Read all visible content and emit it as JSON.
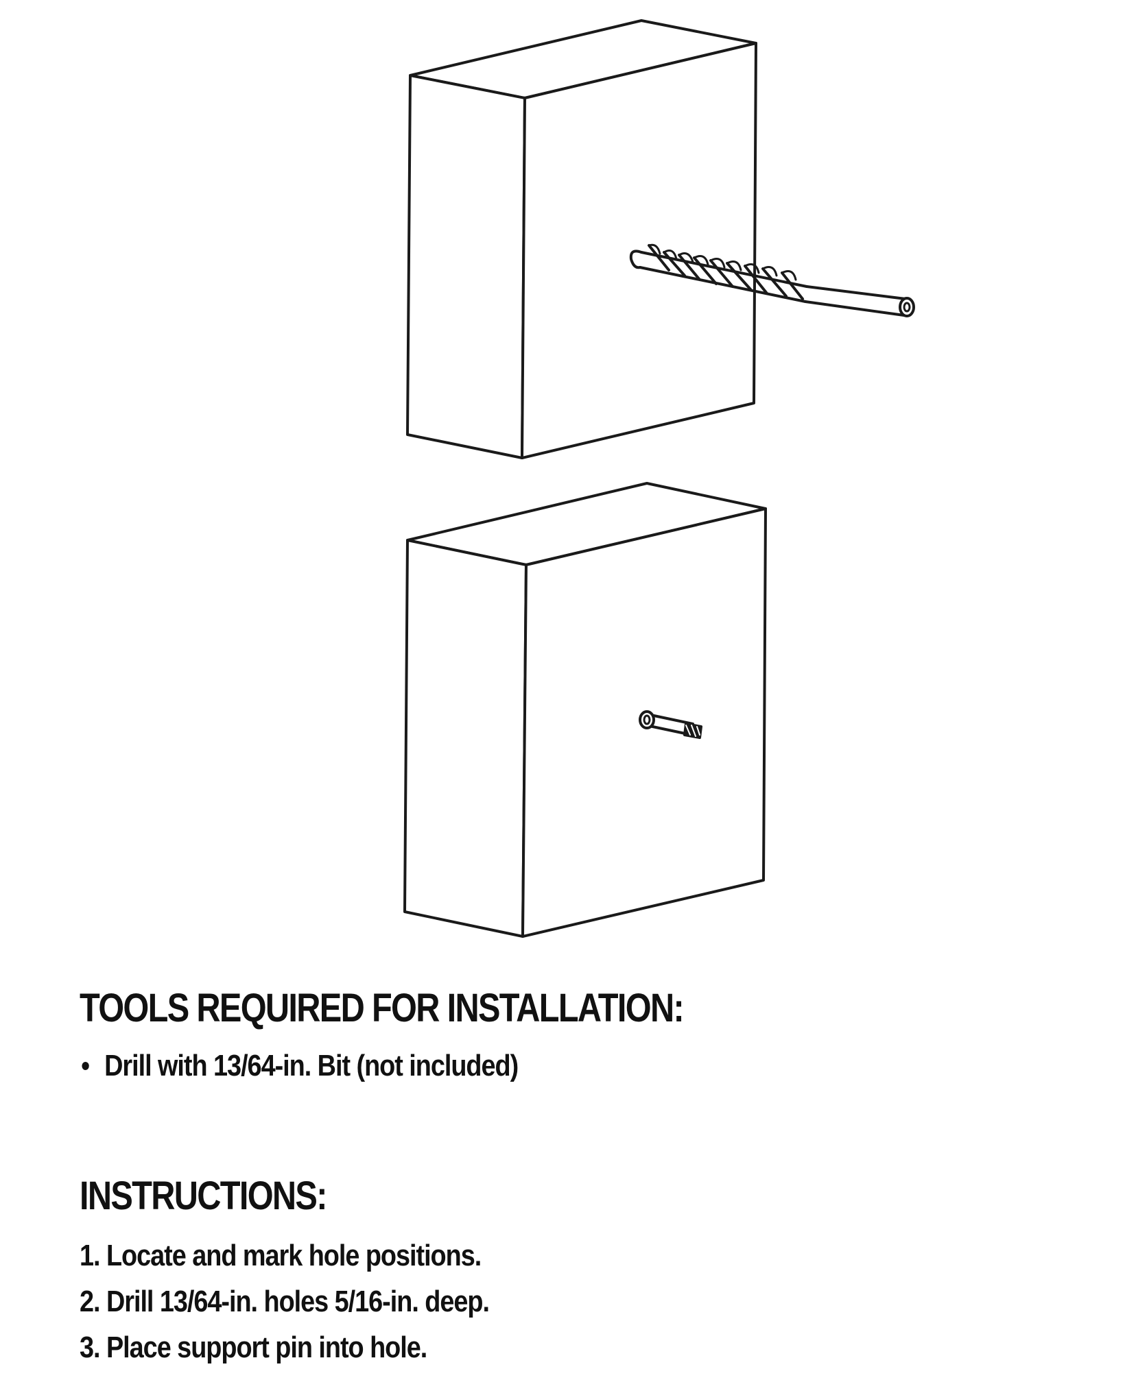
{
  "tools_section": {
    "heading": "TOOLS REQUIRED FOR INSTALLATION:",
    "items": [
      {
        "text": "Drill with 13/64-in. Bit (not included)"
      }
    ]
  },
  "instructions_section": {
    "heading": "INSTRUCTIONS:",
    "steps": [
      {
        "text": "1. Locate and mark hole positions."
      },
      {
        "text": "2. Drill 13/64-in. holes 5/16-in. deep."
      },
      {
        "text": "3. Place support pin into hole."
      }
    ]
  },
  "colors": {
    "ink": "#111111",
    "background": "#ffffff"
  },
  "icons": [
    "drill-bit-icon",
    "support-pin-icon"
  ]
}
